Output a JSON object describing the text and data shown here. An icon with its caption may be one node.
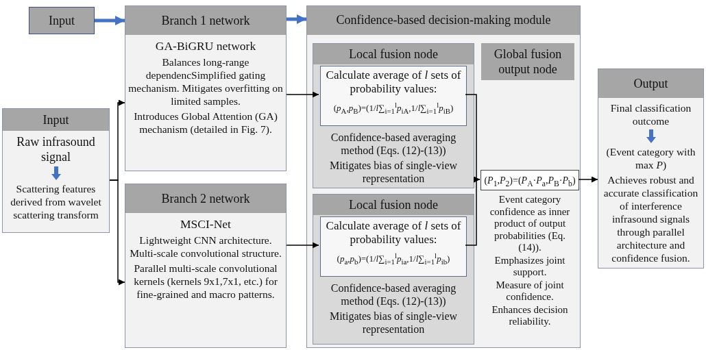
{
  "diagram": {
    "nodes": [
      {
        "text": [
          "Input"
        ]
      },
      {
        "text": [
          "Branch 1 network",
          "GA-BiGRU network",
          "Balances long-range dependencSimplified gating mechanism. Mitigates overfitting on limited samples.",
          "Introduces Global Attention (GA) mechanism (detailed in Fig. 7)."
        ]
      },
      {
        "text": [
          "Confidence-based decision-making module"
        ]
      },
      {
        "text": [
          "Local fusion node",
          "Confidence-based averaging method (Eqs. (12)-(13))",
          "Mitigates bias of single-view representation"
        ],
        "in": 2
      },
      {
        "text": [
          "Calculate average of *l* sets of probability values:",
          "(*p*$_{A}$,*p*$_{B}$)=(1/*l*∑$_{i=1}$$^{l}$*p*$_{iA}$,1/*l*∑$_{i=1}$$^{l}$*p*$_{iB}$)"
        ],
        "in": 3
      },
      {
        "text": [
          "Local fusion node",
          "Confidence-based averaging method (Eqs. (12)-(13))",
          "Mitigates bias of single-view representation"
        ],
        "in": 2
      },
      {
        "text": [
          "Calculate average of *l* sets of probability values:",
          "(*p*$_{a}$,*p*$_{b}$)=(1/*l*∑$_{i=1}$$^{l}$*p*$_{ia}$,1/*l*∑$_{i=1}$$^{l}$*p*$_{ib}$)"
        ],
        "in": 5
      },
      {
        "text": [
          "Global fusion output node"
        ],
        "in": 2
      },
      {
        "text": [
          "(*P*$_{1}$,*P*$_{2}$)=(*P*$_{A}$·*P*$_{a}$,*P*$_{B}$·*P*$_{b}$)"
        ],
        "in": 2,
        "beside": [
          "Event category confidence as inner product of output probabilities (Eq. (14)).",
          "Emphasizes joint support.",
          "Measure of joint confidence.",
          "Enhances decision reliability."
        ]
      },
      {
        "text": [
          "Input",
          "Raw infrasound signal",
          "Scattering features derived from wavelet scattering transform"
        ]
      },
      {
        "text": [
          "Branch 2 network",
          "MSCI-Net",
          "Lightweight CNN architecture. Multi-scale convolutional structure.",
          "Parallel multi-scale convolutional kernels (kernels 9x1,7x1, etc.) for fine-grained and macro patterns."
        ]
      },
      {
        "text": [
          "Output",
          "Final classification outcome",
          "(Event category with max *P*)",
          "Achieves robust and accurate classification of interference infrasound signals through parallel architecture and confidence fusion."
        ]
      }
    ],
    "edges": [
      {
        "from": 0,
        "to": 1,
        "arrow": "to",
        "color": "#4472c4",
        "style": "thick"
      },
      {
        "from": 1,
        "to": 2,
        "arrow": "to",
        "color": "#4472c4",
        "style": "thick"
      },
      {
        "from": 9,
        "to": 1,
        "arrow": "to"
      },
      {
        "from": 9,
        "to": 10,
        "arrow": "to"
      },
      {
        "from": 1,
        "to": 4,
        "arrow": "to"
      },
      {
        "from": 10,
        "to": 6,
        "arrow": "to"
      },
      {
        "from": 4,
        "to": 8,
        "arrow": "to"
      },
      {
        "from": 6,
        "to": 8,
        "arrow": "to"
      },
      {
        "from": 8,
        "to": 11,
        "arrow": "to"
      }
    ]
  }
}
